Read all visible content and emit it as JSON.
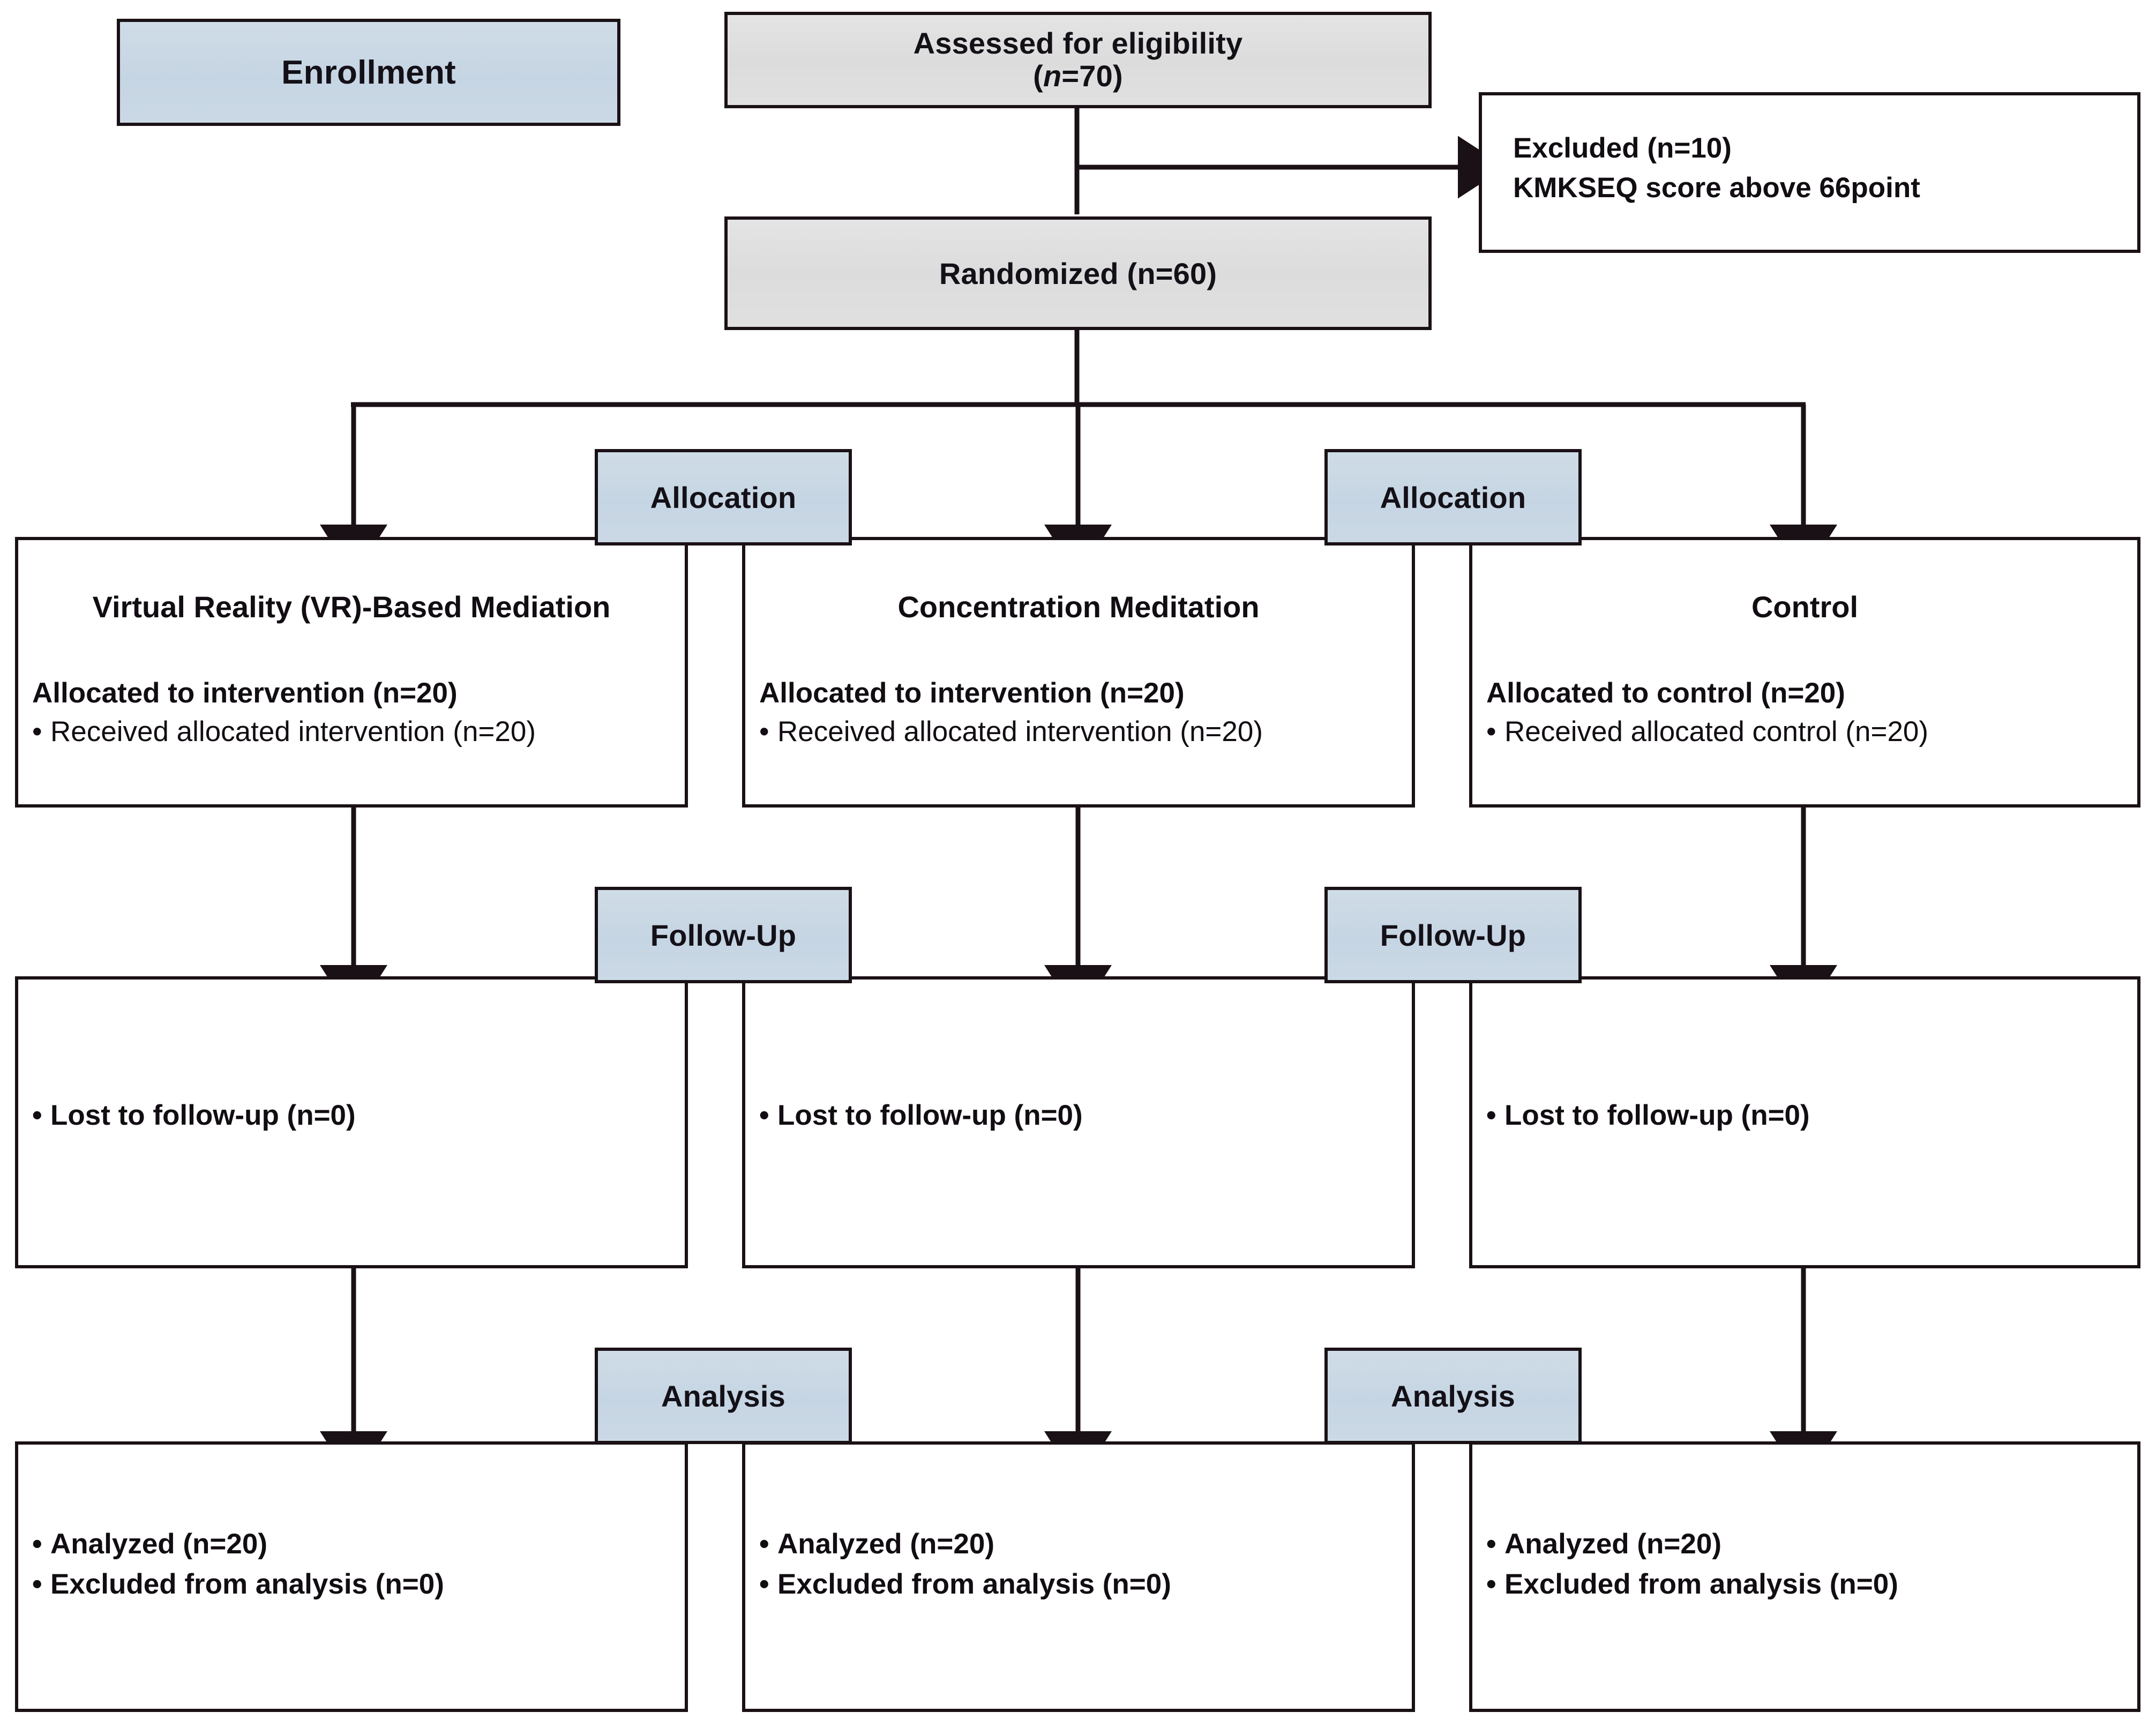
{
  "diagram": {
    "title": "CONSORT participant flow diagram",
    "colors": {
      "stage_label_fill": "#c9d8e5",
      "process_box_fill": "#e0e0e0",
      "box_fill": "#ffffff",
      "stroke": "#1a1116",
      "text": "#120d12"
    }
  },
  "stage_labels": {
    "enrollment": "Enrollment",
    "allocation_left": "Allocation",
    "allocation_right": "Allocation",
    "followup_left": "Follow-Up",
    "followup_right": "Follow-Up",
    "analysis_left": "Analysis",
    "analysis_right": "Analysis"
  },
  "enrollment": {
    "assessed": {
      "line1": "Assessed for eligibility",
      "line2_pre": "(",
      "line2_n": "n",
      "line2_post": "=70)"
    },
    "excluded": {
      "line1": "Excluded (n=10)",
      "line2": "KMKSEQ score above 66point"
    },
    "randomized": {
      "label": "Randomized (n=60)"
    }
  },
  "arms": [
    {
      "id": "vr",
      "title": "Virtual Reality (VR)-Based Mediation",
      "allocation": {
        "heading": "Allocated to intervention (n=20)",
        "bullets": [
          "Received allocated intervention (n=20)"
        ]
      },
      "followup": {
        "bullets": [
          "Lost to follow-up (n=0)"
        ]
      },
      "analysis": {
        "bullets": [
          "Analyzed (n=20)",
          "Excluded from analysis (n=0)"
        ]
      }
    },
    {
      "id": "cm",
      "title": "Concentration Meditation",
      "allocation": {
        "heading": "Allocated to intervention (n=20)",
        "bullets": [
          "Received allocated intervention (n=20)"
        ]
      },
      "followup": {
        "bullets": [
          "Lost to follow-up (n=0)"
        ]
      },
      "analysis": {
        "bullets": [
          "Analyzed (n=20)",
          "Excluded from analysis (n=0)"
        ]
      }
    },
    {
      "id": "control",
      "title": "Control",
      "allocation": {
        "heading": "Allocated to control (n=20)",
        "bullets": [
          "Received allocated control (n=20)"
        ]
      },
      "followup": {
        "bullets": [
          "Lost to follow-up (n=0)"
        ]
      },
      "analysis": {
        "bullets": [
          "Analyzed (n=20)",
          "Excluded from analysis (n=0)"
        ]
      }
    }
  ],
  "bullet_glyph": "•"
}
